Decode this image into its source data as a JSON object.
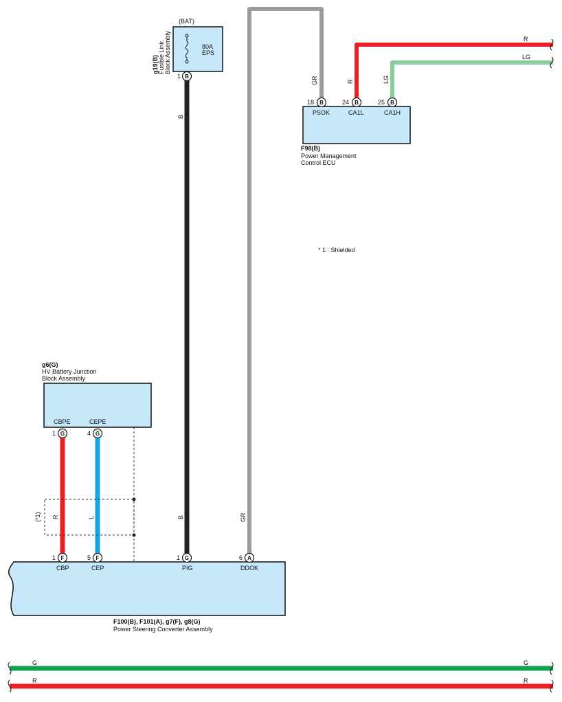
{
  "colors": {
    "box_fill": "#c7e8f9",
    "wire_black": "#222222",
    "wire_gray": "#9d9d9f",
    "wire_red": "#ec1f27",
    "wire_lightgreen": "#86cc9c",
    "wire_blue": "#11a5ee",
    "wire_green": "#0ea24b"
  },
  "fusible_link": {
    "bat_label": "(BAT)",
    "code": "g19(B)",
    "name_line1": "Fusible Link",
    "name_line2": "Block Assembly",
    "fuse_rating": "80A",
    "fuse_name": "EPS",
    "pin_number": "1",
    "pin_connector": "B"
  },
  "ecu": {
    "code": "F98(B)",
    "name_line1": "Power Management",
    "name_line2": "Control ECU",
    "pins": [
      {
        "number": "18",
        "connector": "B",
        "terminal": "PSOK",
        "wire": "GR"
      },
      {
        "number": "24",
        "connector": "B",
        "terminal": "CA1L",
        "wire": "R"
      },
      {
        "number": "25",
        "connector": "B",
        "terminal": "CA1H",
        "wire": "LG"
      }
    ]
  },
  "right_wires": {
    "top": "R",
    "bottom": "LG"
  },
  "shield_note": "* 1 : Shielded",
  "hv_junction": {
    "code": "g6(G)",
    "name_line1": "HV Battery Junction",
    "name_line2": "Block Assembly",
    "pins": [
      {
        "number": "1",
        "connector": "G",
        "terminal": "CBPE"
      },
      {
        "number": "4",
        "connector": "G",
        "terminal": "CEPE"
      }
    ]
  },
  "shield_label": "(*1)",
  "wires_mid": {
    "red": "R",
    "blue": "L",
    "black_top": "B",
    "black_bottom": "B",
    "gray": "GR"
  },
  "converter": {
    "code": "F100(B), F101(A), g7(F), g8(G)",
    "name": "Power Steering Converter Assembly",
    "pins": [
      {
        "number": "1",
        "connector": "F",
        "terminal": "CBP"
      },
      {
        "number": "5",
        "connector": "F",
        "terminal": "CEP"
      },
      {
        "number": "1",
        "connector": "G",
        "terminal": "PIG"
      },
      {
        "number": "6",
        "connector": "A",
        "terminal": "DDOK"
      }
    ]
  },
  "bus_wires": {
    "green": "G",
    "red": "R"
  }
}
